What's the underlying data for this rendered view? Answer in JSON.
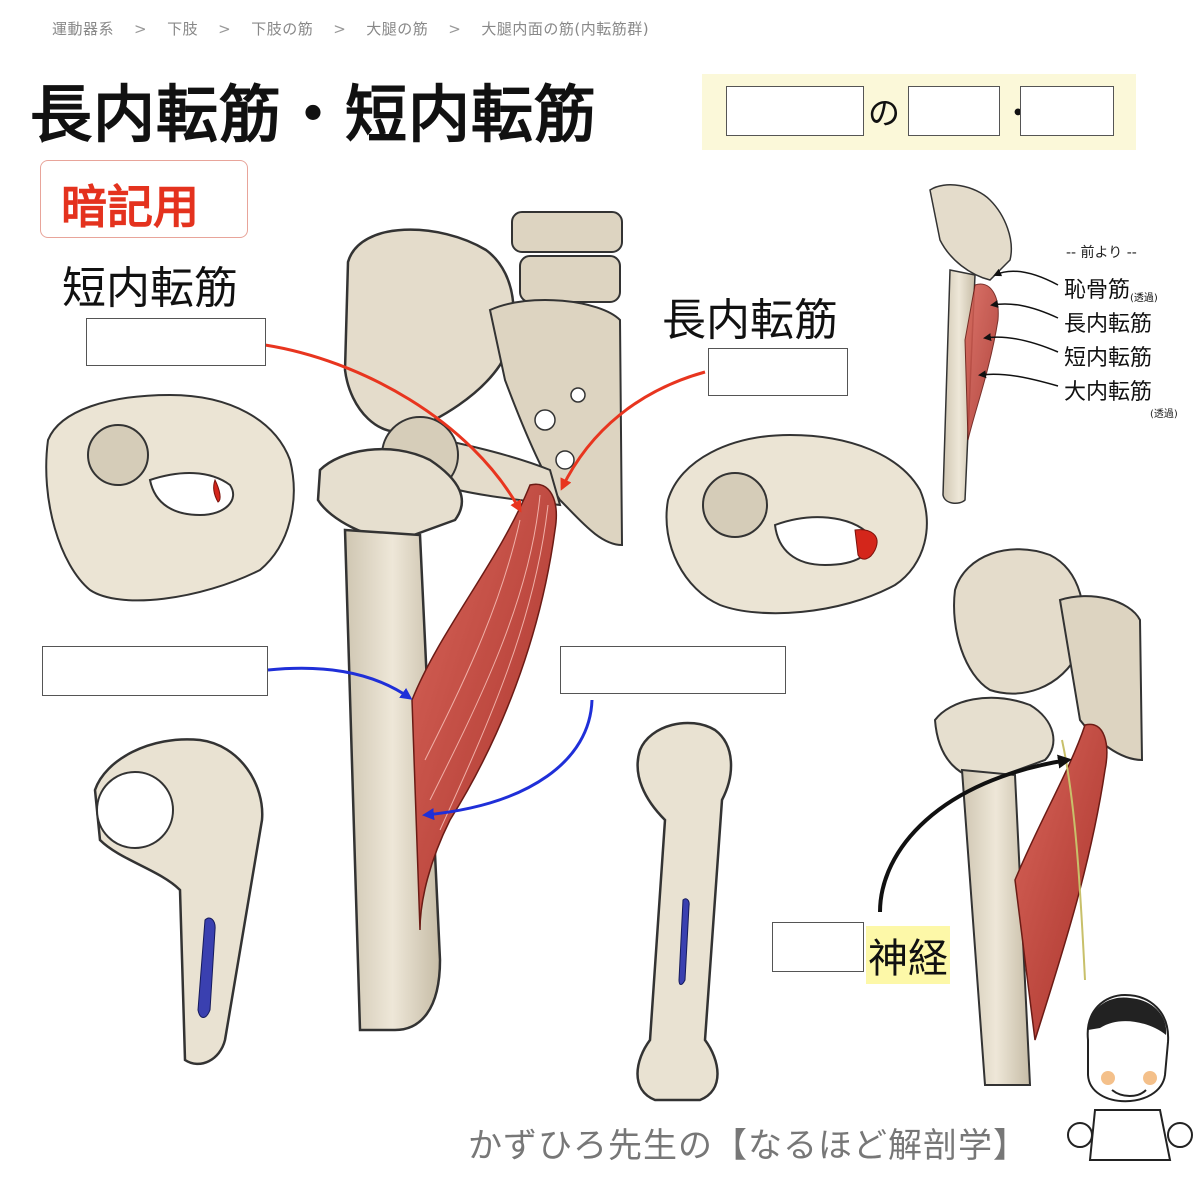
{
  "breadcrumb": [
    "運動器系",
    "下肢",
    "下肢の筋",
    "大腿の筋",
    "大腿内面の筋(内転筋群)"
  ],
  "breadcrumb_separator": ">",
  "title": "長内転筋・短内転筋",
  "quiz_header": {
    "connector_no": "の",
    "connector_dot": "・"
  },
  "badge": "暗記用",
  "labels": {
    "short_adductor": "短内転筋",
    "long_adductor": "長内転筋",
    "nerve_suffix": "神経"
  },
  "legend": {
    "header": "-- 前より --",
    "items": [
      {
        "name": "恥骨筋",
        "note": "(透過)"
      },
      {
        "name": "長内転筋",
        "note": ""
      },
      {
        "name": "短内転筋",
        "note": ""
      },
      {
        "name": "大内転筋",
        "note": ""
      }
    ],
    "trailing_note": "(透過)"
  },
  "footer": "かずひろ先生の【なるほど解剖学】",
  "colors": {
    "origin_arrow": "#e8351f",
    "insertion_arrow": "#1f2fd8",
    "nerve_arrow": "#111111",
    "muscle": "#c9453a",
    "bone": "#e8e0cf",
    "quiz_bg": "#fbf8d9",
    "badge_text": "#e4321e"
  }
}
